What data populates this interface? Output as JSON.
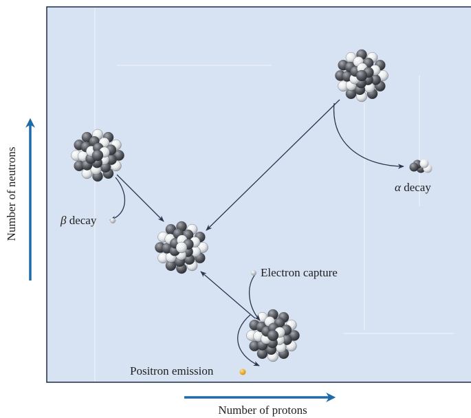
{
  "axes": {
    "x_label": "Number of protons",
    "y_label": "Number of neutrons"
  },
  "processes": {
    "alpha_symbol": "α",
    "alpha_word": " decay",
    "beta_symbol": "β",
    "beta_word": " decay",
    "electron_capture": "Electron capture",
    "positron_emission": "Positron emission"
  },
  "colors": {
    "panel_bg": "#d7e2f2",
    "panel_border": "#1c2b44",
    "axis_arrow": "#1f6aa8",
    "transition_arrow": "#2a3550",
    "proton_sphere": "#f2f2f2",
    "neutron_sphere": "#55595f",
    "positron_particle": "#f0a21c",
    "electron_particle": "#c9ced6"
  },
  "icons": {
    "nucleus": "nucleus-cluster-icon",
    "alpha_particle": "alpha-particle-icon",
    "beta_particle": "electron-dot-icon",
    "electron": "electron-dot-icon",
    "positron": "positron-dot-icon"
  }
}
